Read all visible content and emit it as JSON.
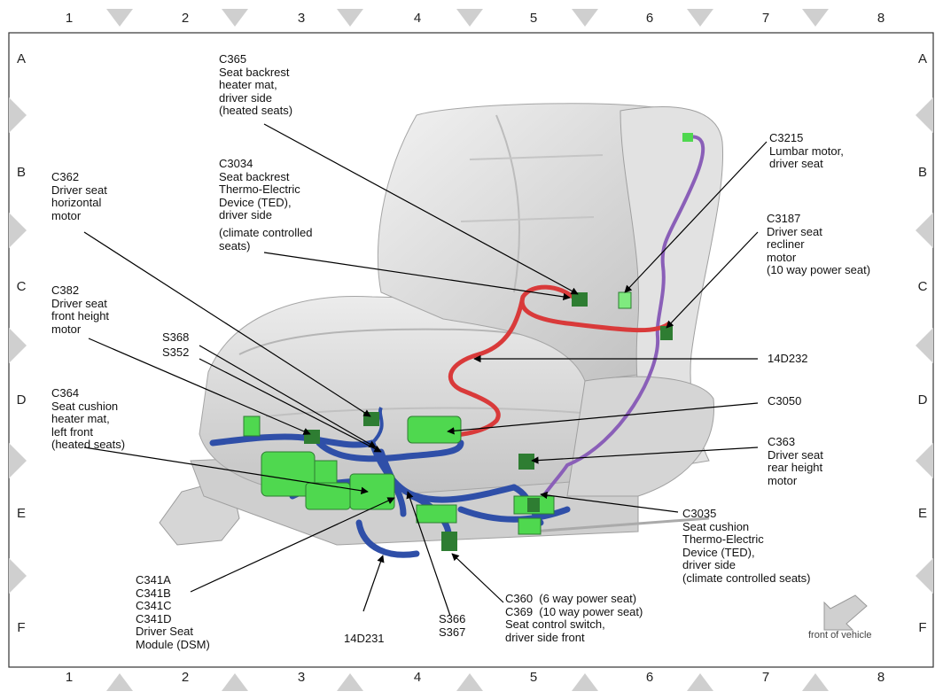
{
  "grid": {
    "columns": [
      "1",
      "2",
      "3",
      "4",
      "5",
      "6",
      "7",
      "8"
    ],
    "rows": [
      "A",
      "B",
      "C",
      "D",
      "E",
      "F"
    ]
  },
  "labels": {
    "c365": "C365\nSeat backrest\nheater mat,\ndriver side\n(heated seats)",
    "c3034": "C3034\nSeat backrest\nThermo-Electric\nDevice (TED),\ndriver side",
    "c3034_note": "(climate controlled\nseats)",
    "c362": "C362\nDriver seat\nhorizontal\nmotor",
    "c382": "C382\nDriver seat\nfront height\nmotor",
    "s368": "S368",
    "s352": "S352",
    "c364": "C364\nSeat cushion\nheater mat,\nleft front\n(heated seats)",
    "c3215": "C3215\nLumbar motor,\ndriver seat",
    "c3187": "C3187\nDriver seat\nrecliner\nmotor\n(10 way power seat)",
    "w14d232": "14D232",
    "c3050": "C3050",
    "c363": "C363\nDriver seat\nrear height\nmotor",
    "c3035": "C3035\nSeat cushion\nThermo-Electric\nDevice (TED),\ndriver side\n(climate controlled seats)",
    "c341": "C341A\nC341B\nC341C\nC341D\nDriver Seat\nModule (DSM)",
    "w14d231": "14D231",
    "s366": "S366\nS367",
    "c360": "C360  (6 way power seat)\nC369  (10 way power seat)\nSeat control switch,\ndriver side front",
    "front": "front of vehicle"
  },
  "colors": {
    "blue_harness": "#2f4fa8",
    "red_harness": "#d93a3a",
    "purple_harness": "#8a5fb8",
    "connector_green": "#4fd84f",
    "dark_connector": "#2e7d32",
    "seat_gray": "#d8d8d8",
    "border_marker": "#c8c8c8"
  }
}
